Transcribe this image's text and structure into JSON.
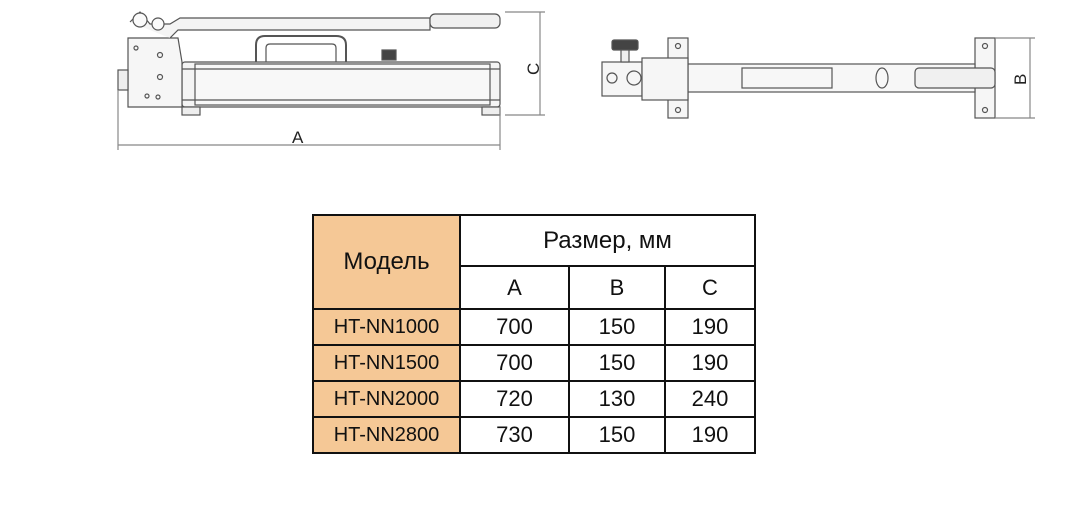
{
  "drawing": {
    "side_view": {
      "dim_length_label": "A",
      "dim_height_label": "C"
    },
    "top_view": {
      "dim_width_label": "B"
    }
  },
  "table": {
    "header": {
      "model": "Модель",
      "size": "Размер, мм",
      "cols": [
        "A",
        "B",
        "C"
      ]
    },
    "rows": [
      {
        "model": "HT-NN1000",
        "a": "700",
        "b": "150",
        "c": "190"
      },
      {
        "model": "HT-NN1500",
        "a": "700",
        "b": "150",
        "c": "190"
      },
      {
        "model": "HT-NN2000",
        "a": "720",
        "b": "130",
        "c": "240"
      },
      {
        "model": "HT-NN2800",
        "a": "730",
        "b": "150",
        "c": "190"
      }
    ],
    "colors": {
      "model_fill": "#f5c896",
      "border": "#111111"
    }
  }
}
